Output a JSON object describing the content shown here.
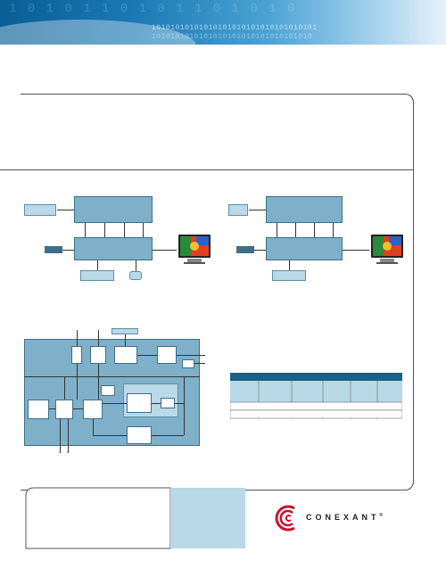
{
  "header": {
    "binary_line_1": "10101010101010101010101010101010101",
    "binary_line_2": "1010101010101010101010101010101010",
    "binary_bg": "1 0 1 0 1 1 0 1 0 1 1 0 1 0 1 0"
  },
  "logo": {
    "text": "CONEXANT",
    "mark": "®"
  },
  "colors": {
    "block_fill": "#7fb0c9",
    "block_light": "#b9d8e8",
    "accent_blue": "#1b79b5",
    "logo_red": "#c8102e"
  },
  "icons": {
    "tv_left": "tv-screen-icon",
    "tv_right": "tv-screen-icon",
    "logo_mark": "conexant-swirl-icon"
  }
}
